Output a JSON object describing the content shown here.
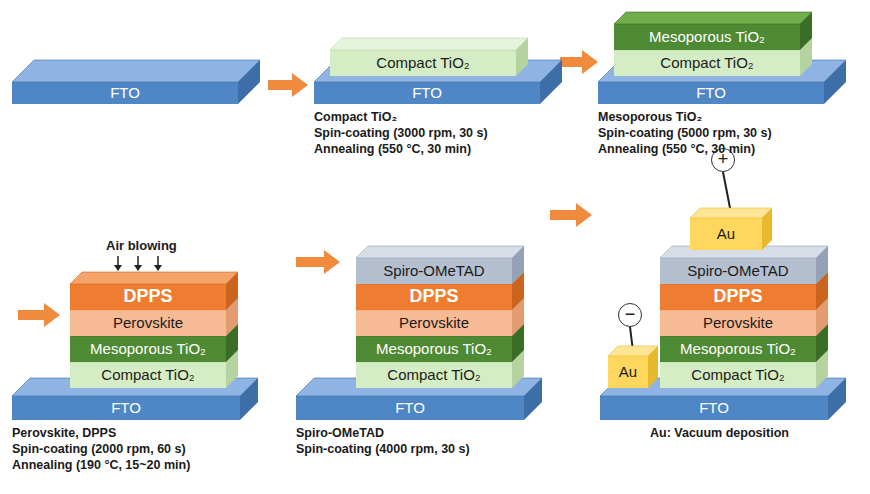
{
  "diagram": {
    "nodes": [
      {
        "text": [
          "FTO"
        ]
      },
      {
        "text": [
          "FTO"
        ]
      },
      {
        "text": [
          "Compact TiO₂"
        ]
      },
      {
        "text": [
          "FTO"
        ]
      },
      {
        "text": [
          "Compact TiO₂"
        ]
      },
      {
        "text": [
          "Mesoporous TiO₂"
        ]
      },
      {
        "text": [
          "FTO"
        ]
      },
      {
        "text": [
          "Compact TiO₂"
        ]
      },
      {
        "text": [
          "Mesoporous TiO₂"
        ]
      },
      {
        "text": [
          "Perovskite"
        ]
      },
      {
        "text": [
          "DPPS"
        ]
      },
      {
        "text": [
          "FTO"
        ]
      },
      {
        "text": [
          "Compact TiO₂"
        ]
      },
      {
        "text": [
          "Mesoporous TiO₂"
        ]
      },
      {
        "text": [
          "Perovskite"
        ]
      },
      {
        "text": [
          "DPPS"
        ]
      },
      {
        "text": [
          "Spiro-OMeTAD"
        ]
      },
      {
        "text": [
          "FTO"
        ]
      },
      {
        "text": [
          "Compact TiO₂"
        ]
      },
      {
        "text": [
          "Mesoporous TiO₂"
        ]
      },
      {
        "text": [
          "Perovskite"
        ]
      },
      {
        "text": [
          "DPPS"
        ]
      },
      {
        "text": [
          "Spiro-OMeTAD"
        ]
      },
      {
        "text": [
          "Au"
        ]
      },
      {
        "text": [
          "Au"
        ]
      },
      {
        "text": [
          "+"
        ]
      },
      {
        "text": [
          "−"
        ]
      }
    ],
    "edges": [
      {
        "from": 25,
        "to": 24,
        "arrow": "none"
      },
      {
        "from": 26,
        "to": 23,
        "arrow": "none"
      }
    ],
    "labels": [
      "Compact TiO₂",
      "Spin-coating (3000 rpm, 30 s)",
      "Annealing (550 °C, 30 min)",
      "Mesoporous TiO₂",
      "Spin-coating (5000 rpm, 30 s)",
      "Annealing (550 °C, 30 min)",
      "Air blowing",
      "Perovskite, DPPS",
      "Spin-coating (2000 rpm, 60 s)",
      "Annealing (190 °C, 15~20 min)",
      "Spiro-OMeTAD",
      "Spin-coating (4000 rpm, 30 s)",
      "Au: Vacuum deposition"
    ]
  }
}
